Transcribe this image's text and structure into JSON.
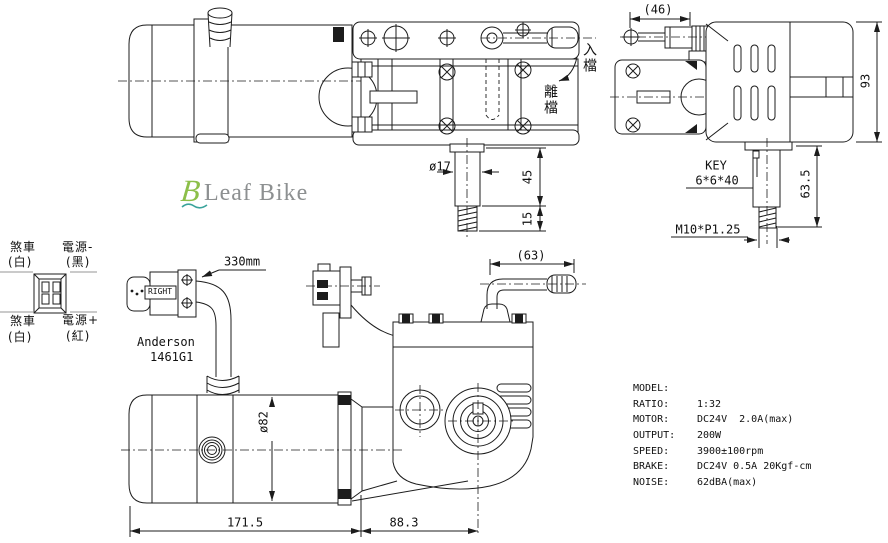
{
  "drawing": {
    "background": "#ffffff",
    "line_color": "#1c1c1c"
  },
  "logo": {
    "icon_letter": "B",
    "brand": "Leaf Bike",
    "icon_green": "#8cbf49",
    "icon_teal": "#3aa39b",
    "text_color": "#8d9091"
  },
  "connector_detail": {
    "brake_top": "煞車",
    "brake_top_color": "(白)",
    "power_neg": "電源-",
    "power_neg_color": "(黑)",
    "brake_bottom": "煞車",
    "brake_bottom_color": "(白)",
    "power_pos": "電源+",
    "power_pos_color": "(紅)"
  },
  "side_view": {
    "dims": {
      "shaft_dia": "ø17",
      "shaft_len": "45",
      "thread_len": "15"
    },
    "labels": {
      "engage": "入檔",
      "disengage": "離檔"
    }
  },
  "end_view": {
    "dims": {
      "lever_len": "(46)",
      "body_height": "93",
      "key_title": "KEY",
      "key_size": "6*6*40",
      "shaft_len": "63.5",
      "thread_spec": "M10*P1.25"
    }
  },
  "bottom_view": {
    "connector": {
      "brand": "Anderson",
      "model": "1461G1",
      "marking": "RIGHT"
    },
    "dims": {
      "cable_len": "330mm",
      "motor_dia": "ø82",
      "lever_len": "(63)",
      "motor_len": "171.5",
      "gearbox_len": "88.3"
    }
  },
  "specs": {
    "rows": [
      {
        "label": "MODEL:",
        "value": ""
      },
      {
        "label": "RATIO:",
        "value": "1:32"
      },
      {
        "label": "MOTOR:",
        "value": "DC24V  2.0A(max)"
      },
      {
        "label": "OUTPUT:",
        "value": "200W"
      },
      {
        "label": "SPEED:",
        "value": "3900±100rpm"
      },
      {
        "label": "BRAKE:",
        "value": "DC24V 0.5A 20Kgf-cm"
      },
      {
        "label": "NOISE:",
        "value": "62dBA(max)"
      }
    ]
  }
}
